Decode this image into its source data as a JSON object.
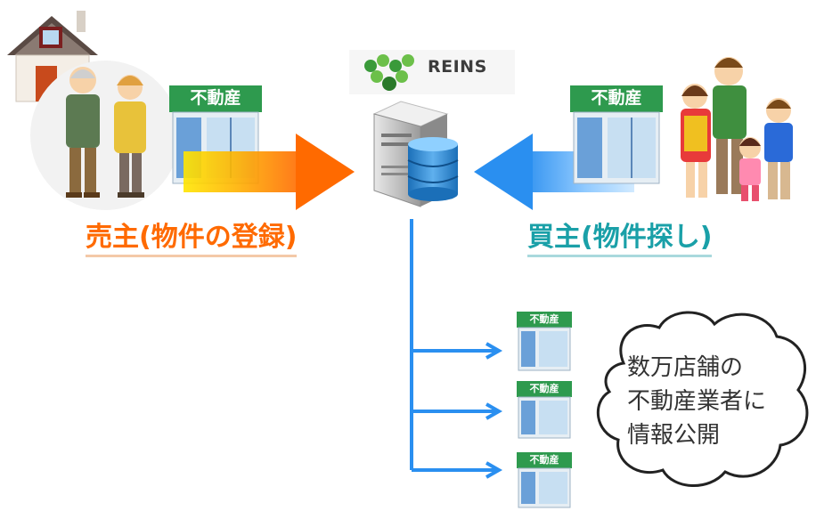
{
  "reins_logo": {
    "text": "REINS"
  },
  "seller": {
    "label": "売主(物件の登録)",
    "shop_sign": "不動産"
  },
  "buyer": {
    "label": "買主(物件探し)",
    "shop_sign": "不動産"
  },
  "small_shops": [
    {
      "sign": "不動産"
    },
    {
      "sign": "不動産"
    },
    {
      "sign": "不動産"
    }
  ],
  "cloud": {
    "lines": [
      "数万店舗の",
      "不動産業者に",
      "情報公開"
    ]
  },
  "colors": {
    "seller_accent": "#ff6a00",
    "buyer_accent": "#1aa0a8",
    "shop_green": "#2e9a4e",
    "connector_blue": "#2a8ff0"
  }
}
